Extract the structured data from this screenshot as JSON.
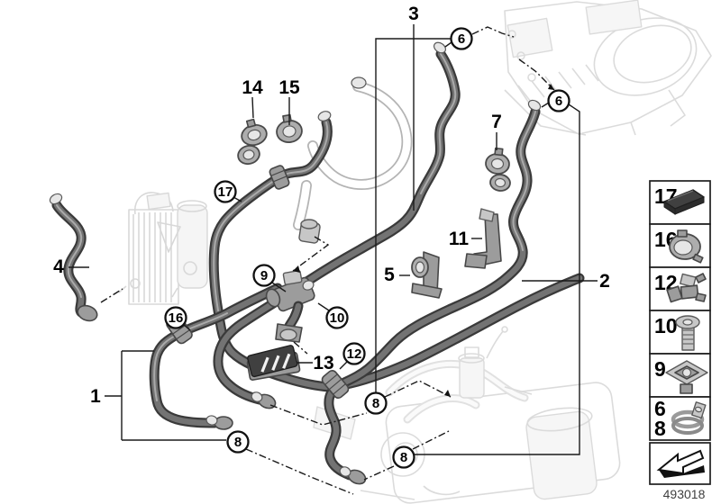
{
  "diagram": {
    "drawing_number": "493018",
    "callouts": {
      "n1": "1",
      "n2": "2",
      "n3": "3",
      "n4": "4",
      "n5": "5",
      "n7": "7",
      "n11": "11",
      "n13": "13",
      "n14": "14",
      "n15": "15",
      "c6": "6",
      "c8": "8",
      "c9": "9",
      "c10": "10",
      "c12": "12",
      "c16": "16",
      "c17": "17"
    },
    "legend": [
      {
        "label": "17",
        "icon": "insulator-pad-icon"
      },
      {
        "label": "16",
        "icon": "hose-clamp-holder-icon"
      },
      {
        "label": "12",
        "icon": "bracket-clip-icon"
      },
      {
        "label": "10",
        "icon": "screw-icon"
      },
      {
        "label": "9",
        "icon": "square-nut-icon"
      },
      {
        "label": "6",
        "label2": "8",
        "icon": "spring-clamp-icon"
      },
      {
        "label": "",
        "icon": "direction-arrow-icon"
      }
    ]
  }
}
